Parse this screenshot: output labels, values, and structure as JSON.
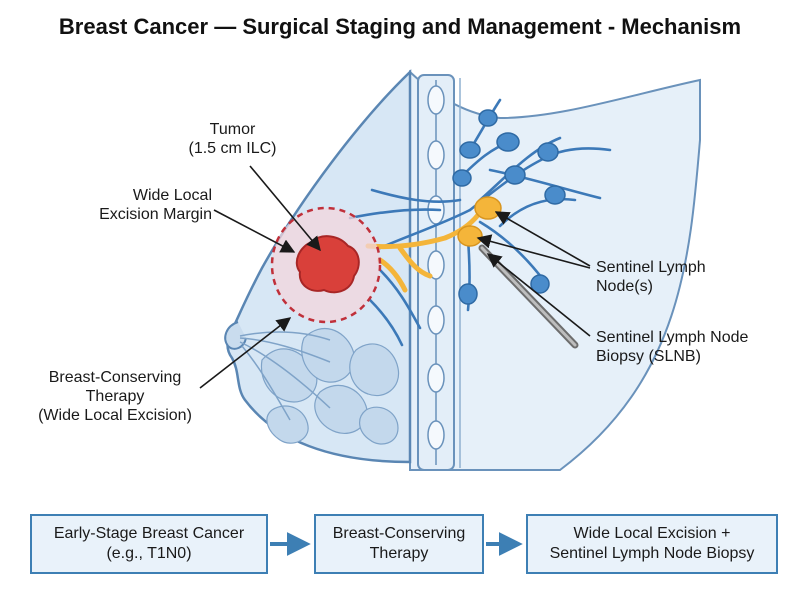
{
  "title": "Breast Cancer — Surgical Staging and Management - Mechanism",
  "labels": {
    "tumor": [
      "Tumor",
      "(1.5 cm ILC)"
    ],
    "margin": [
      "Wide Local",
      "Excision Margin"
    ],
    "bct": [
      "Breast-Conserving",
      "Therapy",
      "(Wide Local Excision)"
    ],
    "sentinel": [
      "Sentinel Lymph",
      "Node(s)"
    ],
    "slnb": [
      "Sentinel Lymph Node",
      "Biopsy (SLNB)"
    ]
  },
  "flow": [
    {
      "lines": [
        "Early-Stage Breast Cancer",
        "(e.g., T1N0)"
      ]
    },
    {
      "lines": [
        "Breast-Conserving",
        "Therapy"
      ]
    },
    {
      "lines": [
        "Wide Local Excision +",
        "Sentinel Lymph Node Biopsy"
      ]
    }
  ],
  "colors": {
    "skin": "#dbe9f5",
    "outline": "#5a86b3",
    "vessel": "#3c79b8",
    "node": "#4a8ccb",
    "sentinel": "#f4b53a",
    "tumor": "#d9403a",
    "margin": "#c0303a",
    "box_border": "#3d7fb4",
    "box_fill": "#e9f2fa"
  }
}
